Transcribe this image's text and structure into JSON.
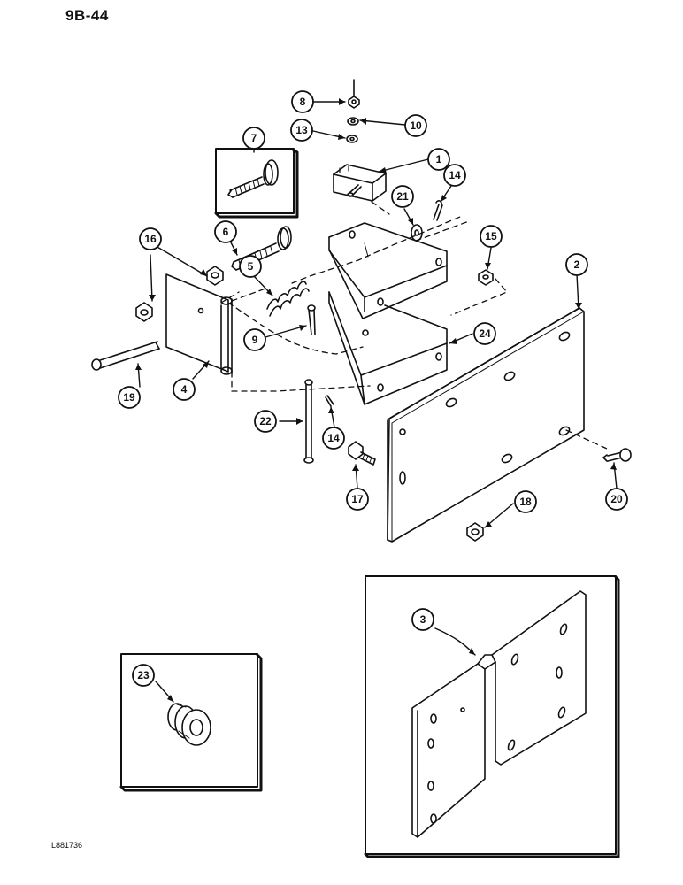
{
  "header": {
    "page_ref": "9B-44"
  },
  "footer": {
    "drawing_id": "L881736"
  },
  "callouts": [
    "1",
    "2",
    "3",
    "4",
    "5",
    "6",
    "7",
    "8",
    "9",
    "10",
    "13",
    "14",
    "14",
    "15",
    "16",
    "17",
    "18",
    "19",
    "20",
    "21",
    "22",
    "23",
    "24"
  ]
}
